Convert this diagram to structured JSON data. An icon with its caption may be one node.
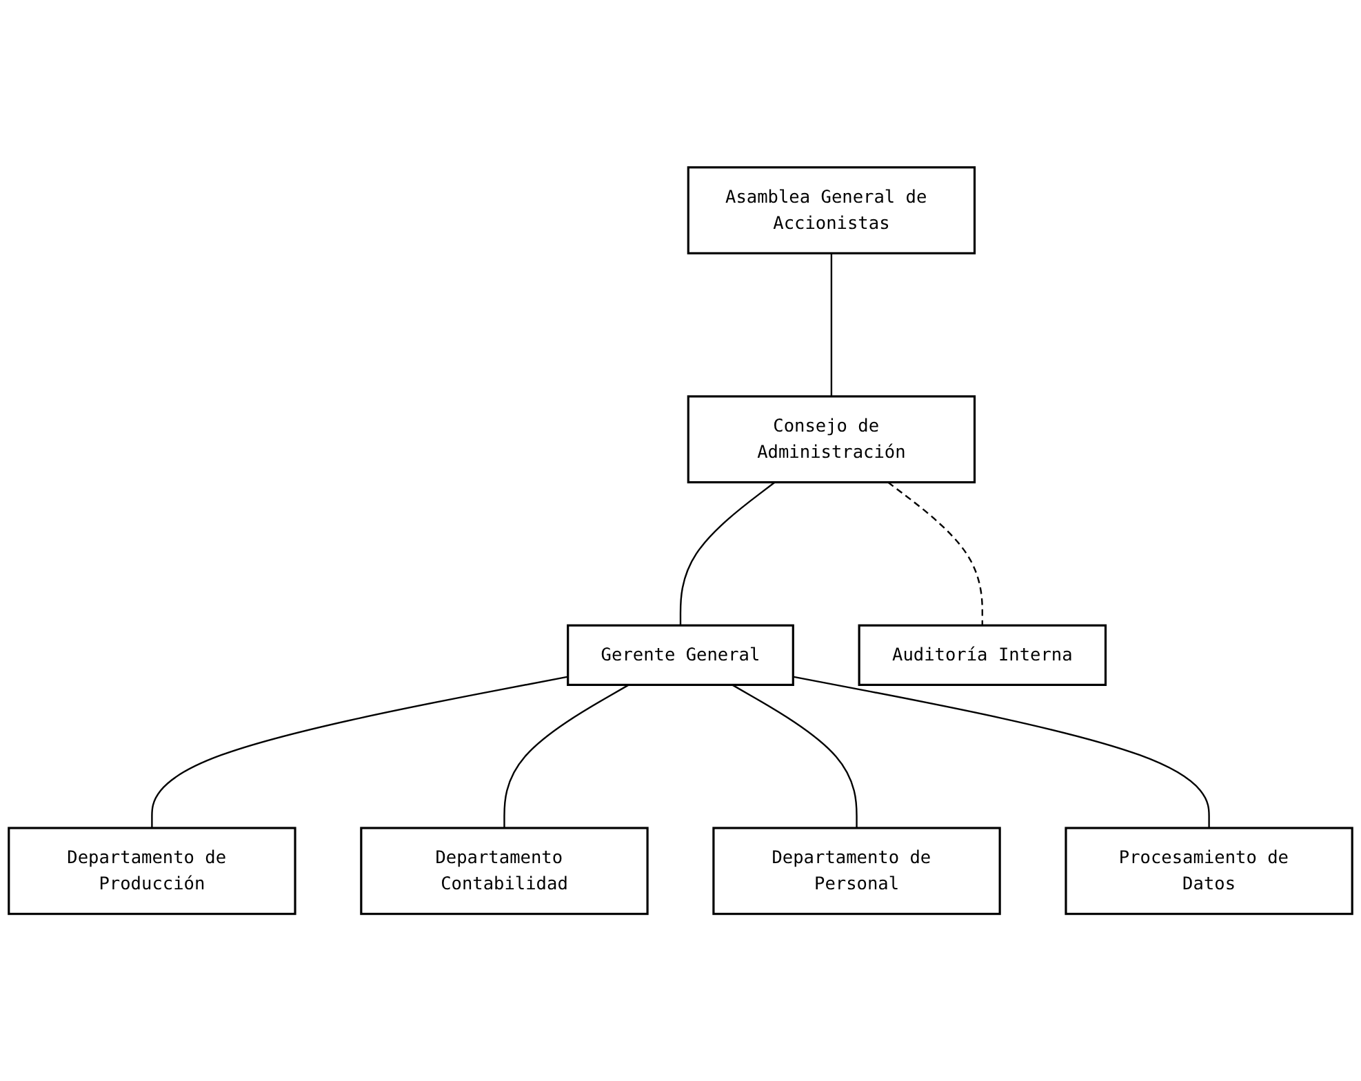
{
  "diagram": {
    "nodes": [
      {
        "text": [
          "Asamblea General de Accionistas"
        ]
      },
      {
        "text": [
          "Consejo de Administración"
        ]
      },
      {
        "text": [
          "Auditoría Interna"
        ]
      },
      {
        "text": [
          "Gerente General"
        ]
      },
      {
        "text": [
          "Departamento de Producción"
        ]
      },
      {
        "text": [
          "Departamento Contabilidad"
        ]
      },
      {
        "text": [
          "Departamento de Personal"
        ]
      },
      {
        "text": [
          "Procesamiento de Datos"
        ]
      }
    ],
    "edges": [
      {
        "from": 0,
        "to": 1,
        "arrow": "none"
      },
      {
        "from": 1,
        "to": 2,
        "arrow": "none",
        "style": "dashed"
      },
      {
        "from": 1,
        "to": 3,
        "arrow": "none"
      },
      {
        "from": 3,
        "to": 4,
        "arrow": "none"
      },
      {
        "from": 3,
        "to": 5,
        "arrow": "none"
      },
      {
        "from": 3,
        "to": 6,
        "arrow": "none"
      },
      {
        "from": 3,
        "to": 7,
        "arrow": "none"
      }
    ]
  }
}
